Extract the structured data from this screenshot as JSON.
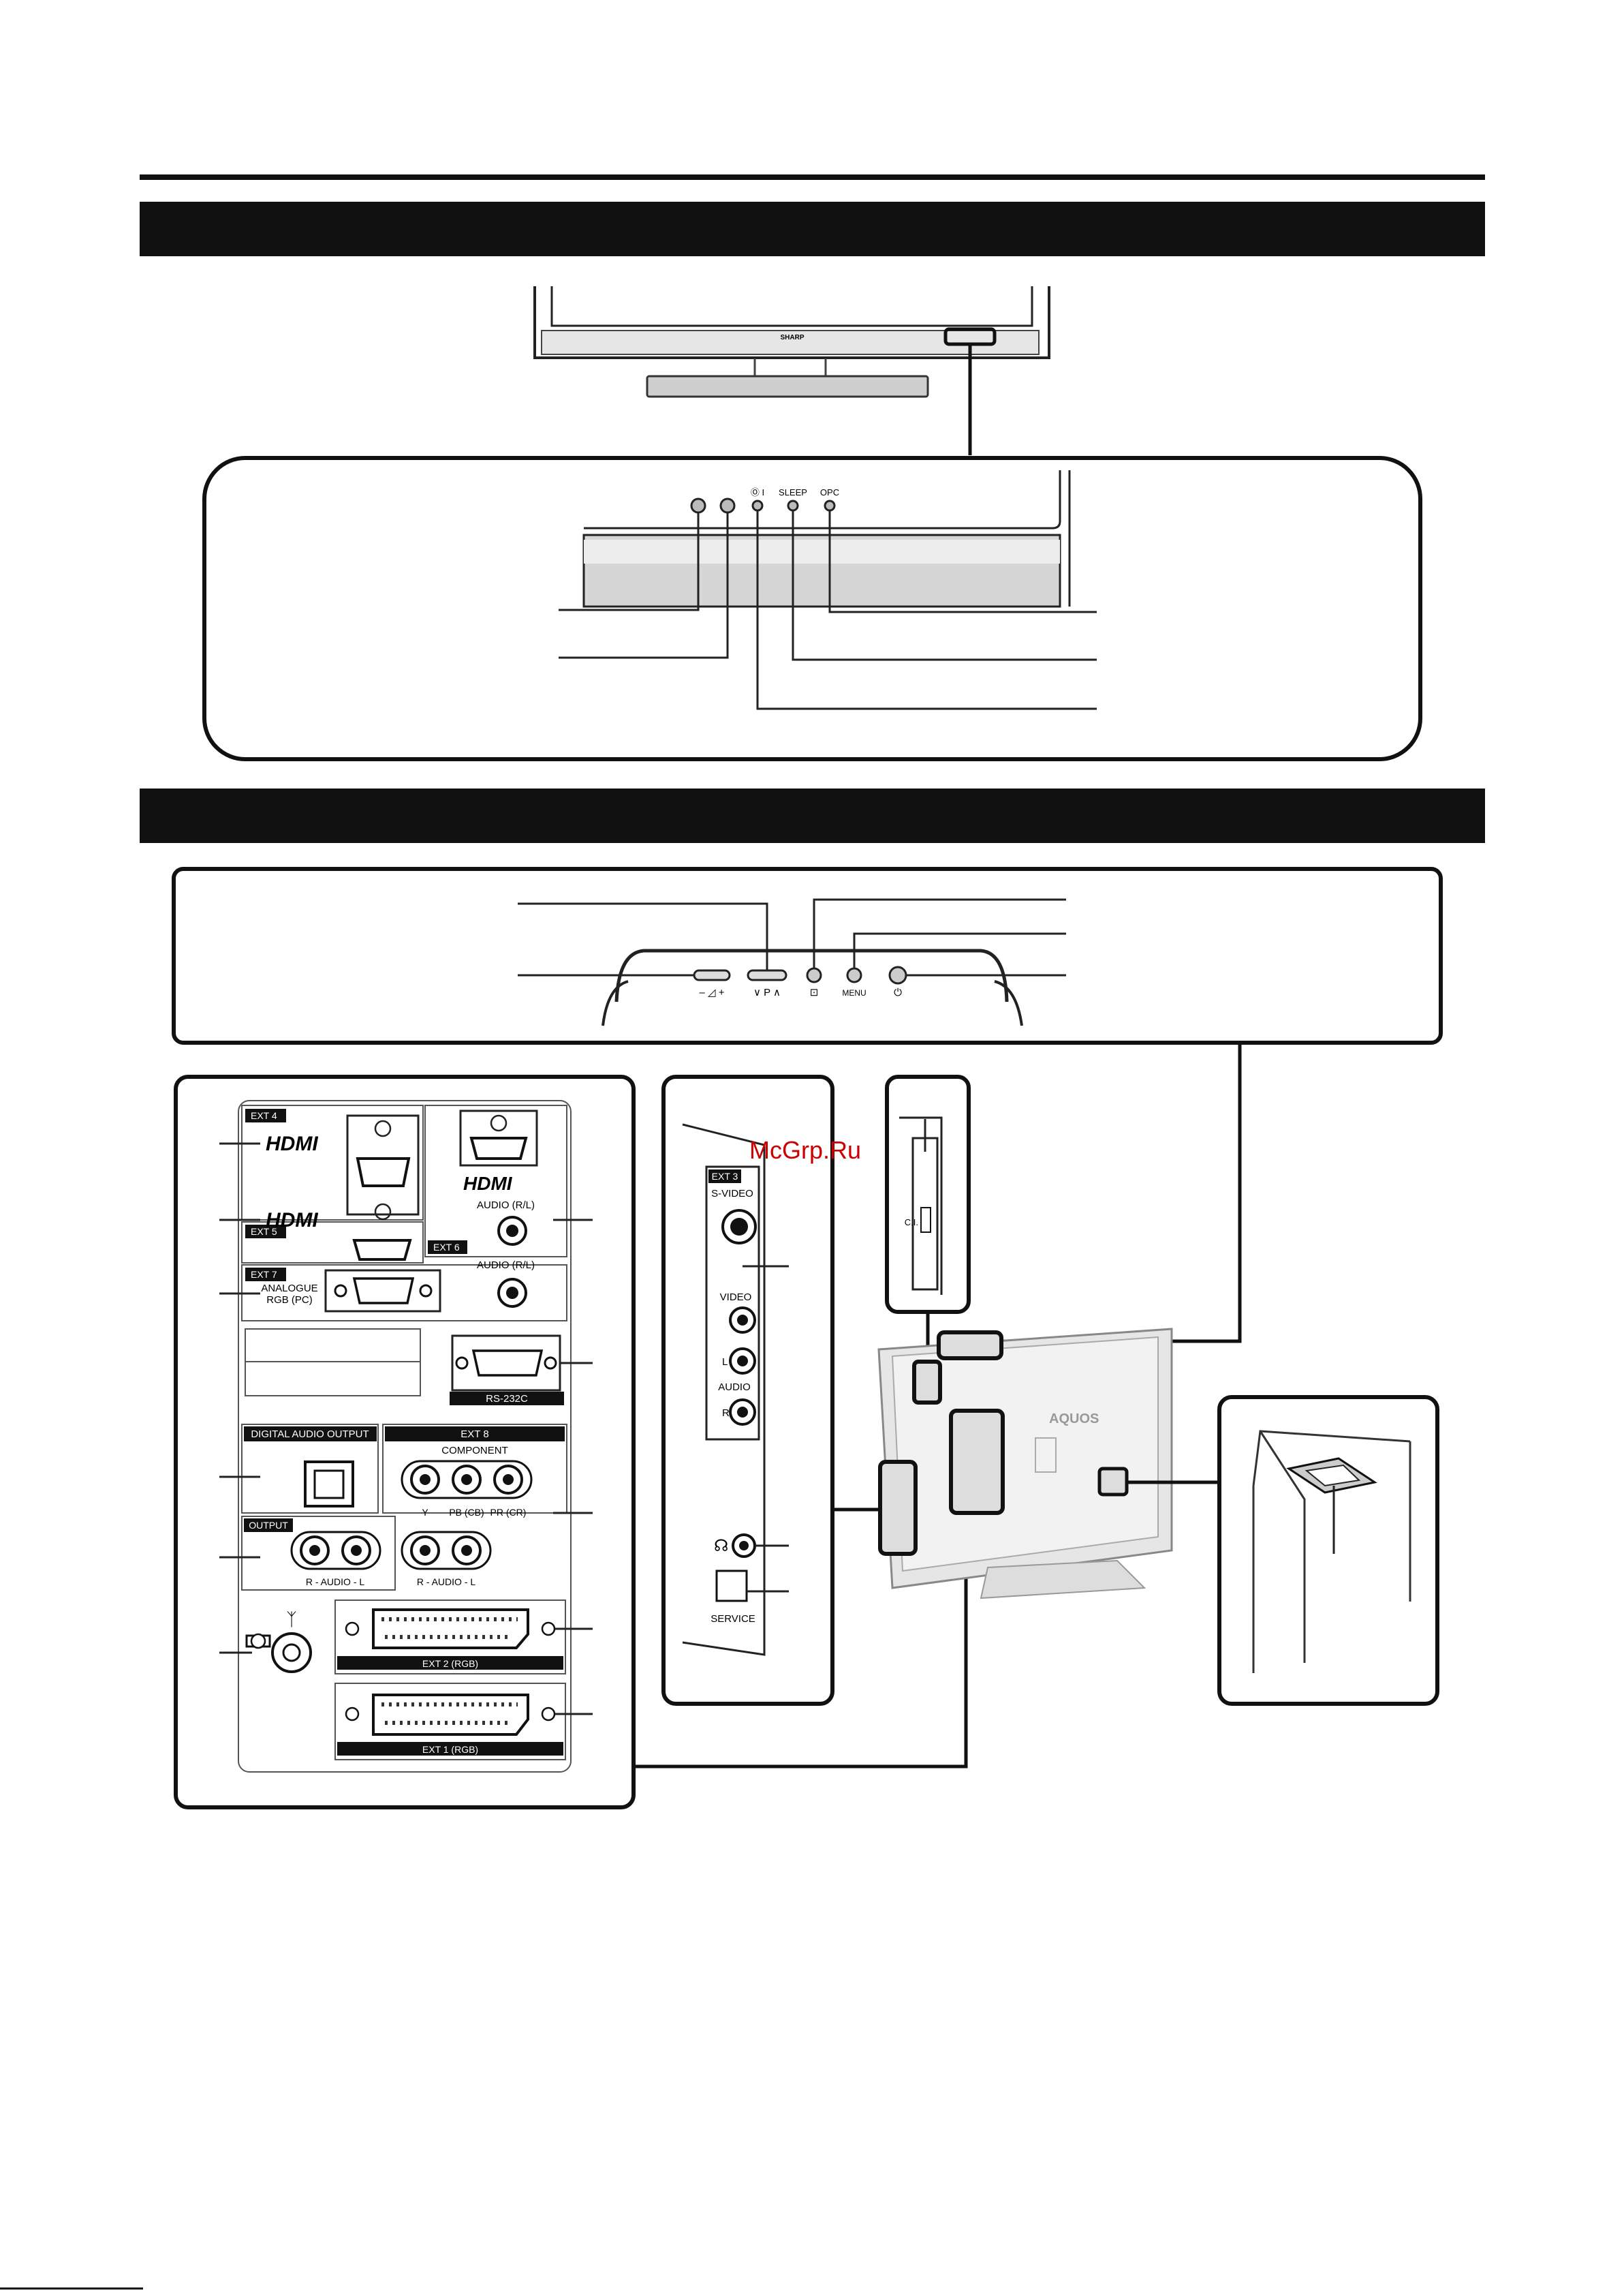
{
  "watermark": "McGrp.Ru",
  "front": {
    "brand": "SHARP",
    "indicators": [
      "Ⓞ I",
      "SLEEP",
      "OPC"
    ]
  },
  "top_panel": {
    "volume_label": "– ◿ +",
    "channel_label": "∨ P ∧",
    "input_label": "⊡",
    "menu_label": "MENU",
    "power_label": "⏻"
  },
  "rear": {
    "ext4": "EXT 4",
    "ext5": "EXT 5",
    "ext6": "EXT 6",
    "ext7": "EXT 7",
    "ext8": "EXT 8",
    "hdmi": "HDMI",
    "audio_rl": "AUDIO (R/L)",
    "analogue": "ANALOGUE",
    "rgb_pc": "RGB (PC)",
    "rs232c": "RS-232C",
    "digital_audio_output": "DIGITAL AUDIO OUTPUT",
    "component": "COMPONENT",
    "y": "Y",
    "pb": "PB (CB)",
    "pr": "PR (CR)",
    "output": "OUTPUT",
    "r_audio_l": "R - AUDIO - L",
    "ext2": "EXT 2  (RGB)",
    "ext1": "EXT 1  (RGB)"
  },
  "side": {
    "ext3": "EXT 3",
    "svideo": "S-VIDEO",
    "video": "VIDEO",
    "l": "L",
    "audio": "AUDIO",
    "r": "R",
    "service": "SERVICE",
    "ci": "C.I."
  },
  "tv_back": {
    "logo": "AQUOS"
  }
}
